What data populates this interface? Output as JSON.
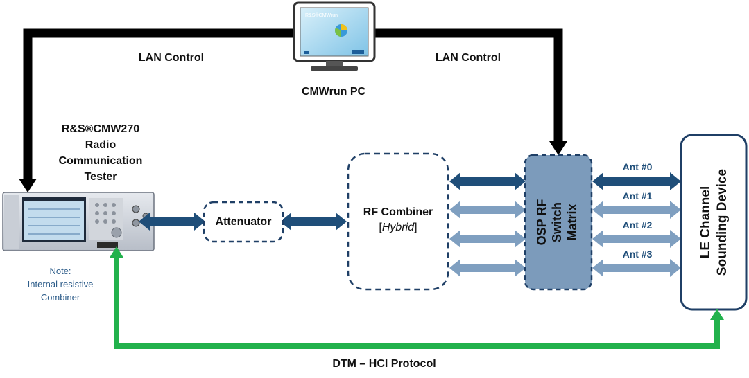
{
  "labels": {
    "lan_left": "LAN Control",
    "lan_right": "LAN Control",
    "pc": "CMWrun PC",
    "tester_line1": "R&S®CMW270",
    "tester_line2": "Radio",
    "tester_line3": "Communication",
    "tester_line4": "Tester",
    "note_line1": "Note:",
    "note_line2": "Internal resistive",
    "note_line3": "Combiner",
    "attenuator": "Attenuator",
    "combiner_line1": "RF Combiner",
    "combiner_hybrid": "Hybrid",
    "osp_line1": "OSP RF",
    "osp_line2": "Switch",
    "osp_line3": "Matrix",
    "le_line1": "LE Channel",
    "le_line2": "Sounding Device",
    "ant0": "Ant #0",
    "ant1": "Ant #1",
    "ant2": "Ant #2",
    "ant3": "Ant #3",
    "dtm": "DTM – HCI Protocol",
    "monitor_brand": "R&S®CMWrun"
  },
  "colors": {
    "lan_line": "#000000",
    "rf_dark": "#1f4e79",
    "rf_light": "#7f9fc0",
    "osp_fill": "#7c9bbb",
    "dashed_border": "#1f3f66",
    "hci_line": "#22b14c"
  },
  "icons": [
    "monitor-icon",
    "instrument-icon"
  ]
}
